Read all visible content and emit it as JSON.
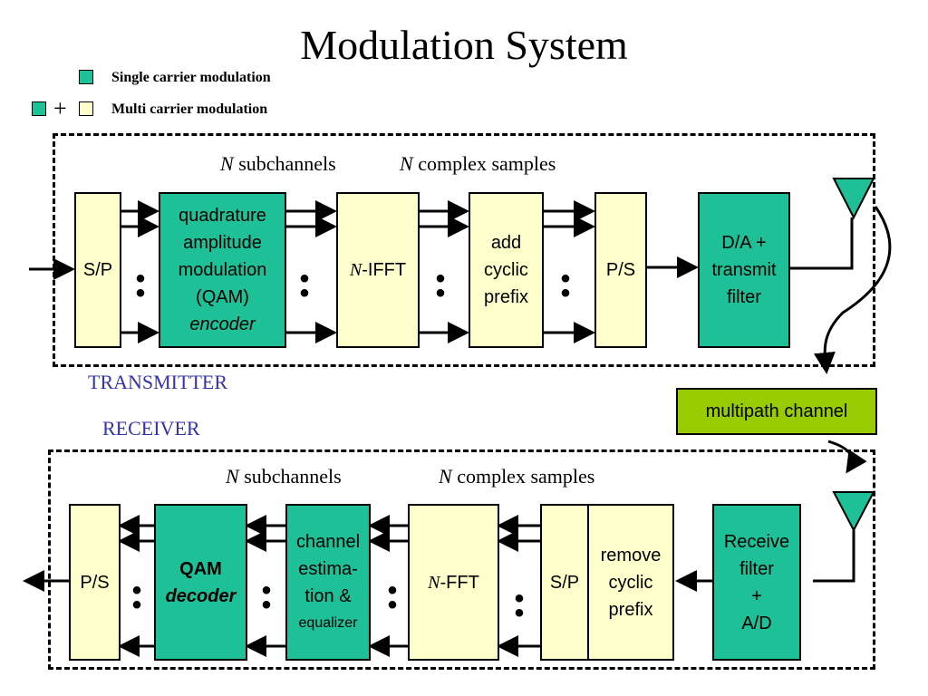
{
  "title": "Modulation System",
  "legend": {
    "single": "Single carrier modulation",
    "multi": "Multi carrier modulation",
    "plus": "+",
    "colors": {
      "teal": "#1ec197",
      "cream": "#ffffcc",
      "lime": "#99cc00",
      "blue": "#3333aa"
    }
  },
  "transmitter": {
    "label": "TRANSMITTER",
    "n_top": "N",
    "subchannels": " subchannels",
    "n_top2": "N",
    "complex_samples": " complex samples",
    "sp": "S/P",
    "qam_lines": [
      "quadrature",
      "amplitude",
      "modulation",
      "(QAM)"
    ],
    "qam_encoder": "encoder",
    "ifft_n": "N",
    "ifft": "-IFFT",
    "cp_lines": [
      "add",
      "cyclic",
      "prefix"
    ],
    "ps": "P/S",
    "da_lines": [
      "D/A +",
      "transmit",
      "filter"
    ]
  },
  "channel": "multipath channel",
  "receiver": {
    "label": "RECEIVER",
    "n_top": "N",
    "subchannels": " subchannels",
    "n_top2": "N",
    "complex_samples": " complex samples",
    "ps": "P/S",
    "qam": "QAM",
    "decoder": "decoder",
    "est_lines": [
      "channel",
      "estima-",
      "tion &"
    ],
    "equalizer": "equalizer",
    "fft_n": "N",
    "fft": "-FFT",
    "sp": "S/P",
    "rcp_lines": [
      "remove",
      "cyclic",
      "prefix"
    ],
    "rx_lines": [
      "Receive",
      "filter",
      "+",
      "A/D"
    ]
  },
  "dots": "•\n•"
}
